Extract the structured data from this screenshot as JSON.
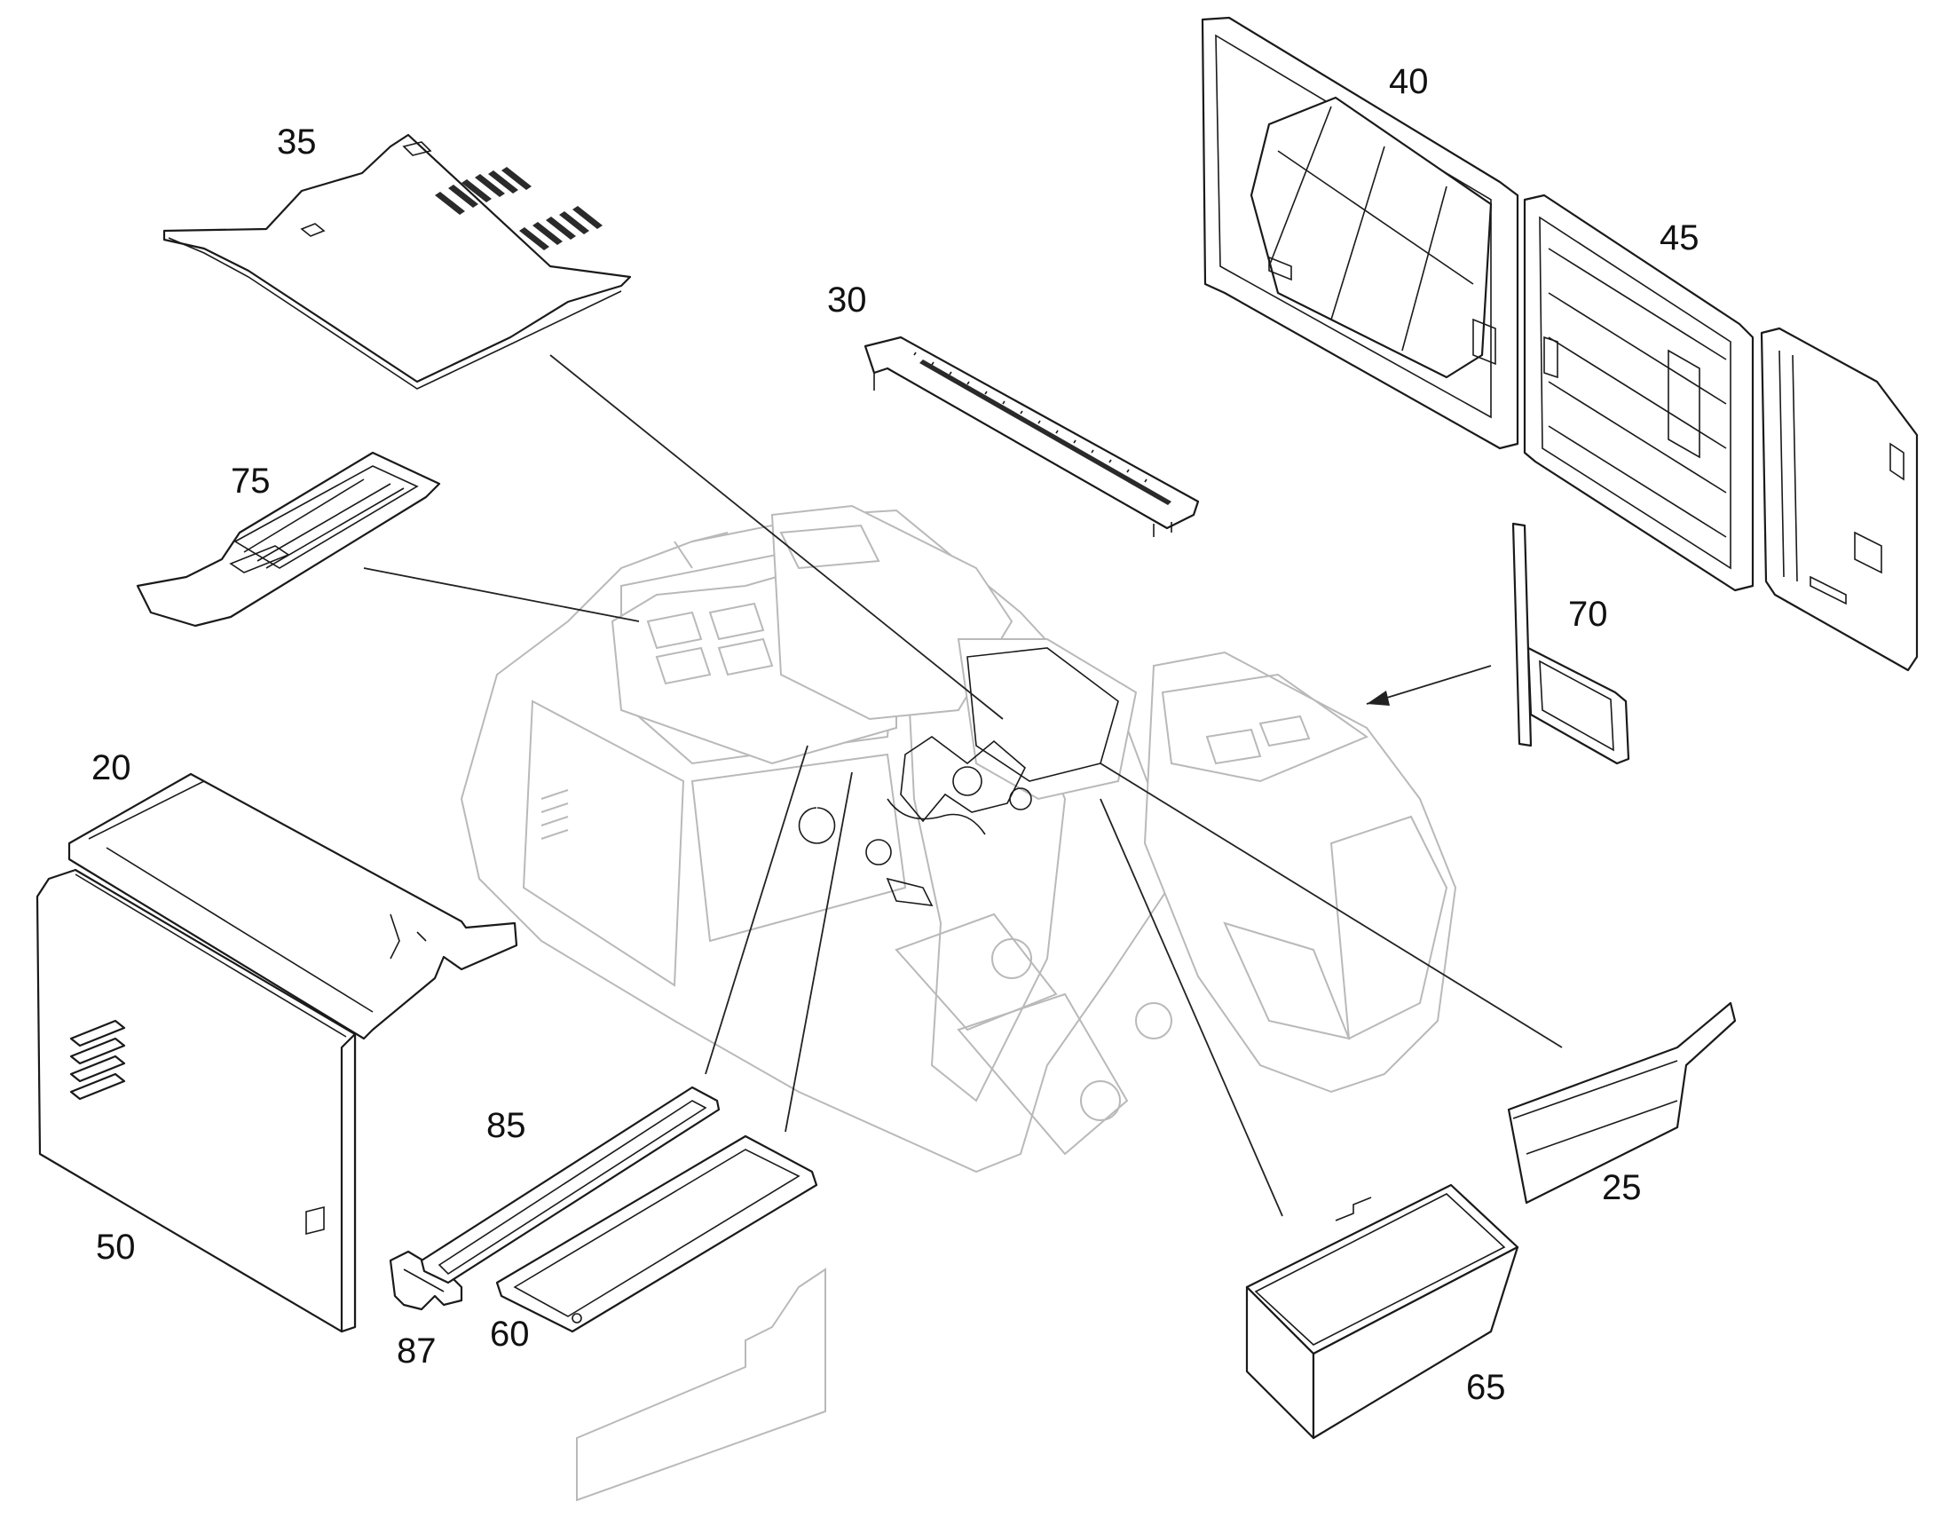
{
  "callouts": {
    "p20": "20",
    "p25": "25",
    "p30": "30",
    "p35": "35",
    "p40": "40",
    "p45": "45",
    "p50": "50",
    "p60": "60",
    "p65": "65",
    "p70": "70",
    "p75": "75",
    "p85": "85",
    "p87": "87"
  },
  "colors": {
    "line": "#1a1a1a",
    "ghost": "#b9b9b9",
    "background": "#ffffff"
  }
}
